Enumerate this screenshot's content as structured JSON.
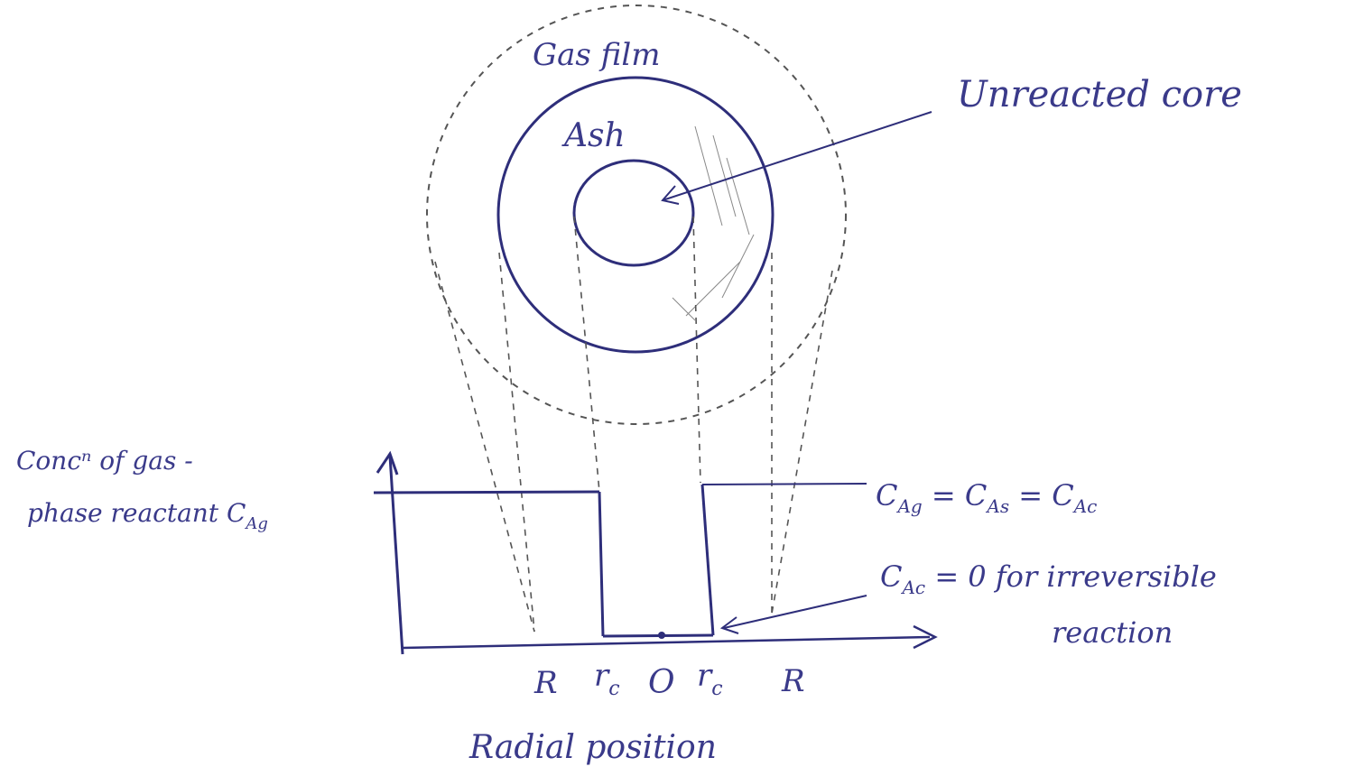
{
  "labels": {
    "gas_film": "Gas film",
    "ash": "Ash",
    "unreacted_core": "Unreacted core",
    "ylabel_line1": "Concⁿ of gas -",
    "ylabel_line2": "phase reactant C",
    "ylabel_sub": "Ag",
    "eq_top": "C",
    "eq_top_sub1": "Ag",
    "eq_top_eq1": " = C",
    "eq_top_sub2": "As",
    "eq_top_eq2": " = C",
    "eq_top_sub3": "Ac",
    "eq_bottom_c": "C",
    "eq_bottom_sub": "Ac",
    "eq_bottom_rest": " = 0  for irreversible",
    "eq_bottom_line2": "reaction",
    "tick_R_left": "R",
    "tick_rc_left": "r",
    "tick_rc_left_sub": "c",
    "tick_O": "O",
    "tick_rc_right": "r",
    "tick_rc_right_sub": "c",
    "tick_R_right": "R",
    "xlabel": "Radial position"
  },
  "colors": {
    "ink": "#2e2e7a",
    "pencil": "#555555"
  }
}
